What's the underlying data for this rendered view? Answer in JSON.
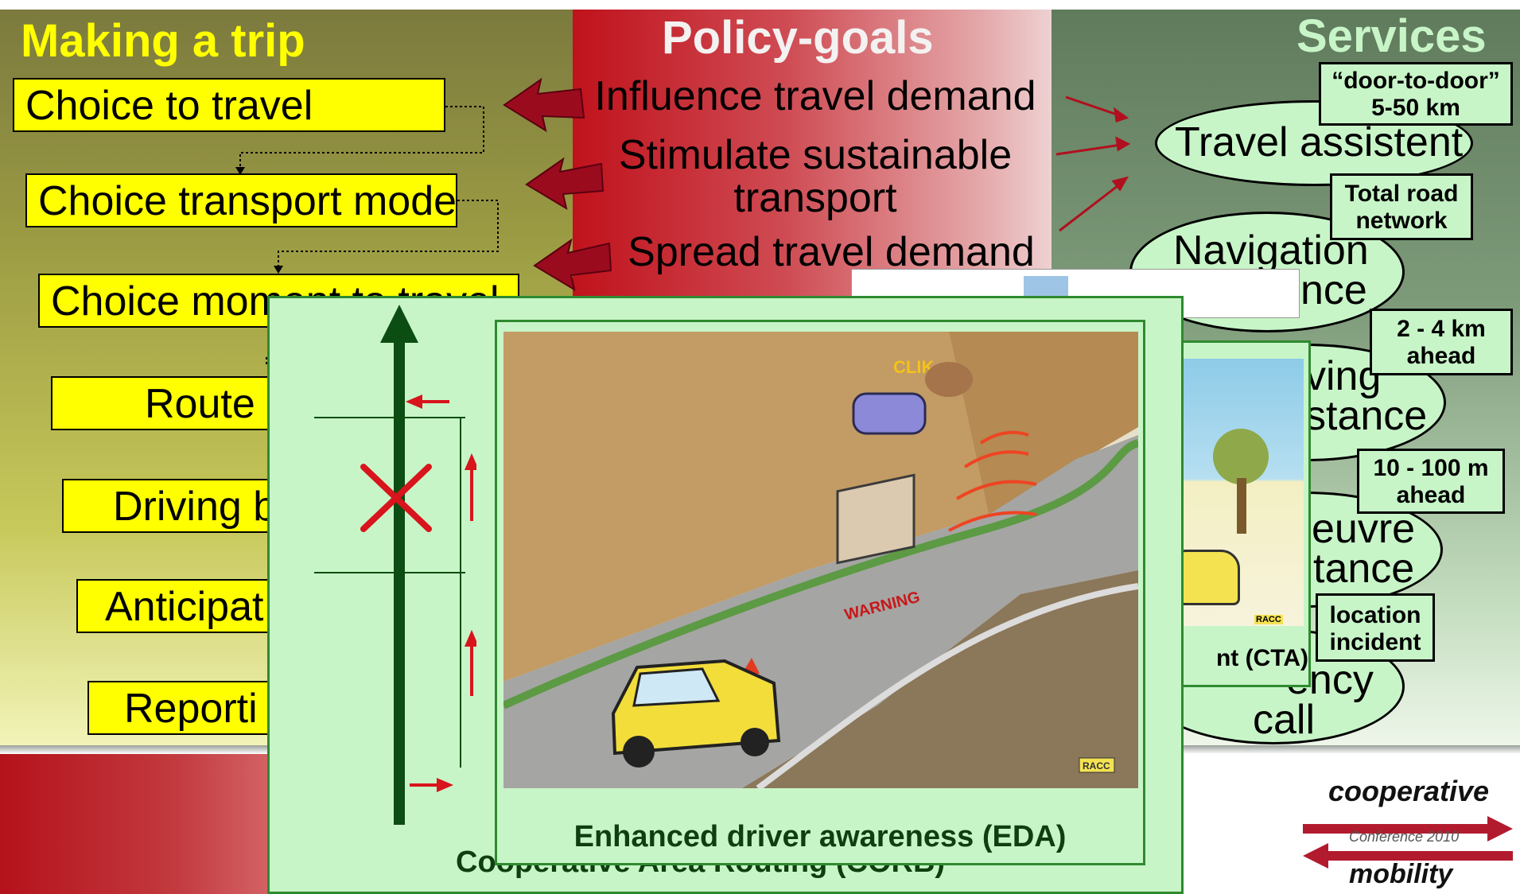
{
  "sections": {
    "left_title": "Making a trip",
    "middle_title": "Policy-goals",
    "right_title": "Services"
  },
  "trip_steps": [
    "Choice to travel",
    "Choice transport mode",
    "Choice moment to travel",
    "Route",
    "Driving b",
    "Anticipat",
    "Reporti"
  ],
  "policy_goals": {
    "goal1": "Influence travel demand",
    "goal2_line1": "Stimulate sustainable",
    "goal2_line2": "transport",
    "goal3": "Spread travel demand"
  },
  "services": {
    "travel_assistent": "Travel assistent",
    "navigation_line1": "Navigation",
    "navigation_line2": "nce",
    "driving_line1": "ving",
    "driving_line2": "stance",
    "manoeuvre_line1": "euvre",
    "manoeuvre_line2": "tance",
    "emergency_line1": "ency",
    "emergency_line2": "call"
  },
  "notes": {
    "door_line1": "“door-to-door”",
    "door_line2": "5-50 km",
    "road_line1": "Total road",
    "road_line2": "network",
    "ahead1_line1": "2 - 4 km",
    "ahead1_line2": "ahead",
    "ahead2_line1": "10 - 100 m",
    "ahead2_line2": "ahead",
    "loc_line1": "location",
    "loc_line2": "incident"
  },
  "overlays": {
    "corb_caption": "Cooperative Area Routing (CORB)",
    "cta_caption": "nt (CTA)",
    "eda_caption": "Enhanced driver awareness (EDA)",
    "sign_text": "WARNING",
    "sound_text": "CLIK",
    "racc": "RACC"
  },
  "logo": {
    "line1": "cooperative",
    "line2": "Conference 2010",
    "line3": "mobility"
  },
  "colors": {
    "yellow": "#ffff00",
    "title_yellow": "#ffff00",
    "title_white": "#f4f1f1",
    "title_green": "#c8f5c8",
    "arrow_red": "#9b0b1e",
    "road_green": "#0b4d12",
    "caption_green": "#0f3f10"
  }
}
